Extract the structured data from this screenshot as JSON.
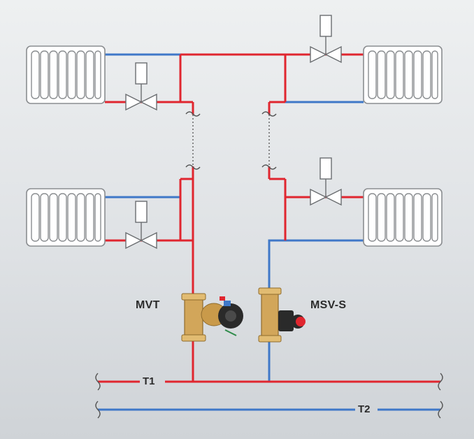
{
  "labels": {
    "left_valve": "MVT",
    "right_valve": "MSV-S",
    "supply_pipe": "T1",
    "return_pipe": "T2"
  },
  "colors": {
    "supply": "#e0262f",
    "return": "#3f78c8",
    "radiator_stroke": "#8a8d90",
    "valve_brass": "#d2a65a",
    "actuator_black": "#2a2a2a",
    "background": "#e3e6e8"
  },
  "icons": {
    "radiator": "radiator-icon",
    "thermostatic_valve": "control-valve-icon",
    "balancing_valve": "balancing-valve-icon",
    "pipe_break": "pipe-break-icon"
  }
}
